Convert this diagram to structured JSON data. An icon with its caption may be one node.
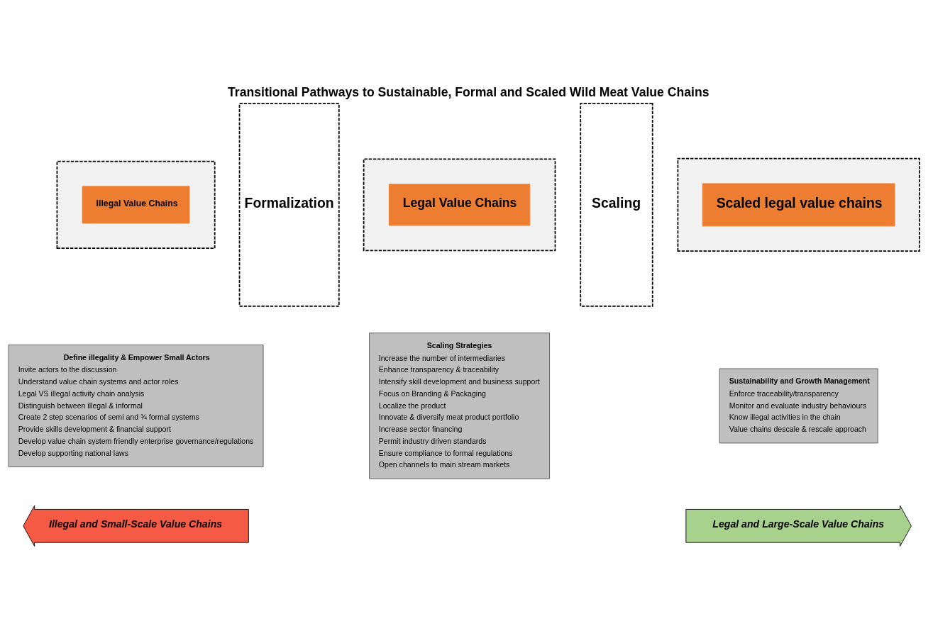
{
  "diagram": {
    "title": "Transitional Pathways to Sustainable, Formal and Scaled Wild Meat Value Chains",
    "nodes": [
      {
        "text": [],
        "shape": "box"
      },
      {
        "text": [
          "Illegal Value Chains"
        ],
        "in": 0
      },
      {
        "text": [
          "Formalization"
        ]
      },
      {
        "text": [],
        "shape": "box"
      },
      {
        "text": [
          "Legal Value Chains"
        ],
        "in": 3
      },
      {
        "text": [
          "Scaling"
        ]
      },
      {
        "text": [],
        "shape": "box"
      },
      {
        "text": [
          "Scaled legal value chains"
        ],
        "in": 6
      },
      {
        "text": [
          "Define illegality & Empower Small Actors",
          "Invite actors to the discussion",
          "Understand value chain systems and actor roles",
          "Legal VS illegal activity chain analysis",
          "Distinguish between illegal & informal",
          "Create 2 step scenarios of semi and ¾ formal systems",
          "Provide skills development & financial support",
          "Develop value chain system friendly enterprise governance/regulations",
          "Develop supporting national laws"
        ]
      },
      {
        "text": [
          "Scaling Strategies",
          "Increase the number of intermediaries",
          "Enhance transparency & traceability",
          "Intensify skill development and business support",
          "Focus on Branding & Packaging",
          "Localize the product",
          "Innovate & diversify meat product portfolio",
          "Increase sector financing",
          "Permit industry driven standards",
          "Ensure compliance to formal regulations",
          "Open channels to main stream markets"
        ]
      },
      {
        "text": [
          "Sustainability and Growth Management",
          "Enforce traceability/transparency",
          "Monitor and evaluate industry behaviours",
          "Know illegal activities in the chain",
          "Value chains descale & rescale approach"
        ]
      }
    ],
    "edges": [],
    "labels": [
      "Illegal and Small-Scale Value Chains",
      "Legal and Large-Scale Value Chains"
    ]
  }
}
